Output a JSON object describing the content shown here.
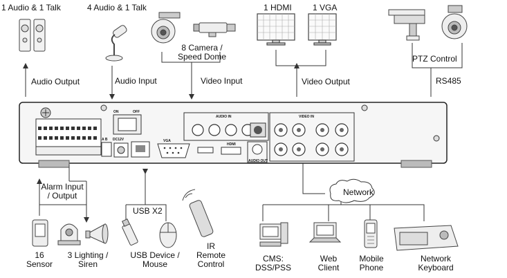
{
  "labels": {
    "audio_talk_1": "1 Audio  & 1 Talk",
    "audio_talk_4": "4 Audio & 1 Talk",
    "camera_line1": "8 Camera /",
    "camera_line2": "Speed Dome",
    "hdmi": "1 HDMI",
    "vga_count": "1 VGA",
    "ptz_control": "PTZ Control",
    "audio_output": "Audio  Output",
    "audio_input": "Audio  Input",
    "video_input": "Video Input",
    "video_output": "Video Output",
    "rs485": "RS485",
    "alarm_line1": "Alarm Input",
    "alarm_line2": "/ Output",
    "usb_x2": "USB X2",
    "network": "Network",
    "sensor_line1": "16",
    "sensor_line2": "Sensor",
    "lighting_line1": "3 Lighting /",
    "lighting_line2": "Siren",
    "usb_line1": "USB Device /",
    "usb_line2": "Mouse",
    "ir_line1": "IR",
    "ir_line2": "Remote",
    "ir_line3": "Control",
    "cms_line1": "CMS:",
    "cms_line2": "DSS/PSS",
    "web_line1": "Web",
    "web_line2": "Client",
    "mobile_line1": "Mobile",
    "mobile_line2": "Phone",
    "kbd_line1": "Network",
    "kbd_line2": "Keyboard"
  },
  "panel": {
    "on": "ON",
    "off": "OFF",
    "audio_in": "AUDIO IN",
    "video_in": "VIDEO IN",
    "vga": "VGA",
    "hdmi": "HDMI",
    "audio_out": "AUDIO OUT",
    "dc12v": "DC12V",
    "ab": "A B"
  }
}
